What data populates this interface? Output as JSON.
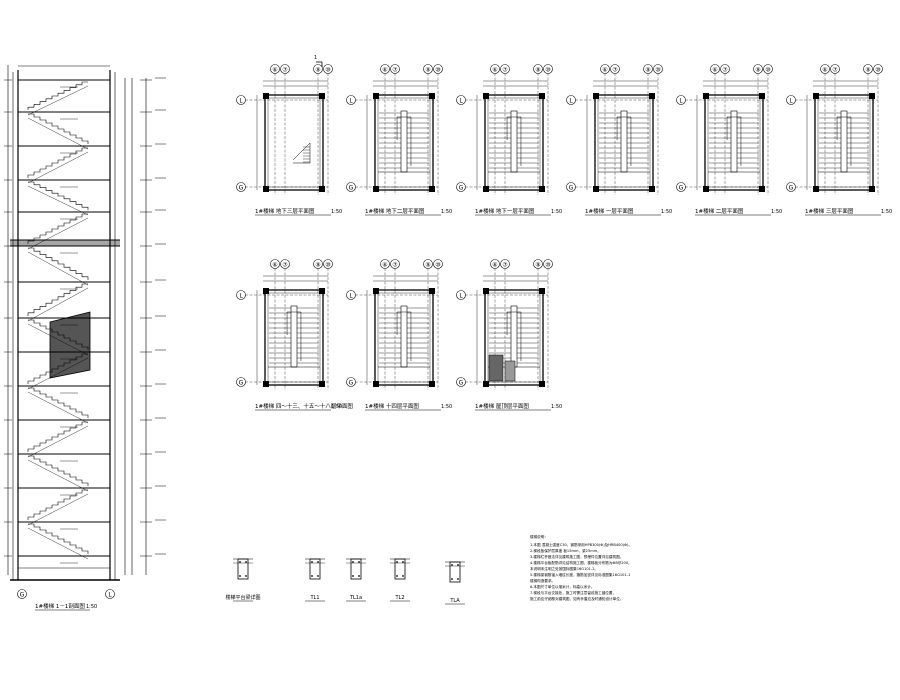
{
  "section": {
    "title": "1#楼梯 1－1剖面图",
    "scale": "1:50",
    "axes": [
      "G",
      "L"
    ]
  },
  "plans": [
    {
      "title": "1#楼梯 地下三层平面图",
      "scale": "1:50",
      "axes_top": [
        "⑥",
        "⑦",
        "⑨",
        "⑩"
      ],
      "axes_side": [
        "L",
        "G"
      ]
    },
    {
      "title": "1#楼梯 地下二层平面图",
      "scale": "1:50",
      "axes_top": [
        "⑥",
        "⑦",
        "⑨",
        "⑩"
      ],
      "axes_side": [
        "L",
        "G"
      ]
    },
    {
      "title": "1#楼梯 地下一层平面图",
      "scale": "1:50",
      "axes_top": [
        "⑥",
        "⑦",
        "⑨",
        "⑩"
      ],
      "axes_side": [
        "L",
        "G"
      ]
    },
    {
      "title": "1#楼梯 一层平面图",
      "scale": "1:50",
      "axes_top": [
        "⑥",
        "⑦",
        "⑨",
        "⑩"
      ],
      "axes_side": [
        "L",
        "G"
      ]
    },
    {
      "title": "1#楼梯 二层平面图",
      "scale": "1:50",
      "axes_top": [
        "⑥",
        "⑦",
        "⑨",
        "⑩"
      ],
      "axes_side": [
        "L",
        "G"
      ]
    },
    {
      "title": "1#楼梯 三层平面图",
      "scale": "1:50",
      "axes_top": [
        "⑥",
        "⑦",
        "⑨",
        "⑩"
      ],
      "axes_side": [
        "L",
        "G"
      ]
    },
    {
      "title": "1#楼梯 四～十三、十五～十八层平面图",
      "scale": "1:50",
      "axes_top": [
        "⑥",
        "⑦",
        "⑨",
        "⑩"
      ],
      "axes_side": [
        "L",
        "G"
      ]
    },
    {
      "title": "1#楼梯 十四层平面图",
      "scale": "1:50",
      "axes_top": [
        "⑥",
        "⑦",
        "⑨",
        "⑩"
      ],
      "axes_side": [
        "L",
        "G"
      ]
    },
    {
      "title": "1#楼梯 屋顶层平面图",
      "scale": "1:50",
      "axes_top": [
        "⑥",
        "⑦",
        "⑨",
        "⑩"
      ],
      "axes_side": [
        "L",
        "G"
      ]
    }
  ],
  "cut_mark": "1",
  "details": [
    {
      "label": "楼梯平台梁详图"
    },
    {
      "label": "TL1"
    },
    {
      "label": "TL1a"
    },
    {
      "label": "TL2"
    },
    {
      "label": "TLA"
    }
  ],
  "notes": {
    "heading": "楼梯说明：",
    "lines": [
      "1.本图 混凝土强度C30，钢筋采用HPB300(Φ)及HRB400(Φ)。",
      "2.梯段板保护层厚度 板15mm，梁25mm。",
      "3.楼梯栏杆做法详见建筑施工图，预埋件位置详见建筑图。",
      "4.楼梯平台板配筋详见结构施工图，楼梯板分布筋为Φ8@200。",
      "  本说明未注明之处按国标图集16G101-2。",
      "5.楼梯梁钢筋锚入墙柱长度，箍筋加密详见标准图集16G101-1",
      "  楼梯构造要求。",
      "6.本图尺寸单位以毫米计，标高以米计。",
      "7.梯段与平台交接处，施工时需注意留设施工缝位置，",
      "  施工前应仔细核对建筑图，如有矛盾应及时通知设计单位。"
    ]
  }
}
